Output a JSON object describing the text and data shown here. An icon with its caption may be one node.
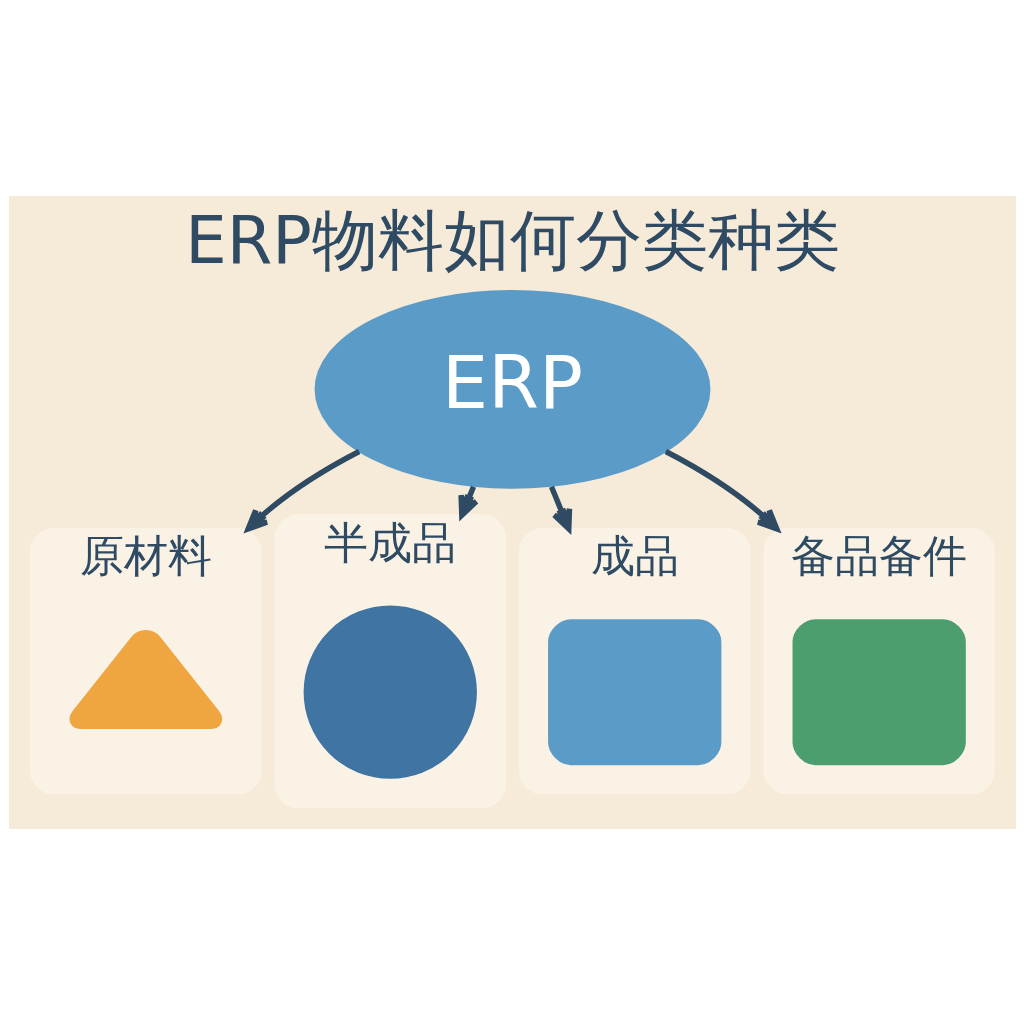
{
  "diagram": {
    "title": "ERP物料如何分类种类",
    "nodes": [
      {
        "text": [
          "ERP"
        ]
      },
      {
        "text": [
          "原材料"
        ]
      },
      {
        "text": [],
        "shape": "triangle",
        "in": 1
      },
      {
        "text": [
          "半成品"
        ]
      },
      {
        "text": [],
        "shape": "circle",
        "in": 3
      },
      {
        "text": [
          "成品"
        ]
      },
      {
        "text": [],
        "shape": "box",
        "in": 5
      },
      {
        "text": [
          "备品备件"
        ]
      },
      {
        "text": [],
        "shape": "box",
        "in": 7
      }
    ],
    "edges": [
      {
        "from": 0,
        "to": 1,
        "arrow": "to"
      },
      {
        "from": 0,
        "to": 3,
        "arrow": "to"
      },
      {
        "from": 0,
        "to": 5,
        "arrow": "to"
      },
      {
        "from": 0,
        "to": 7,
        "arrow": "to"
      }
    ]
  }
}
